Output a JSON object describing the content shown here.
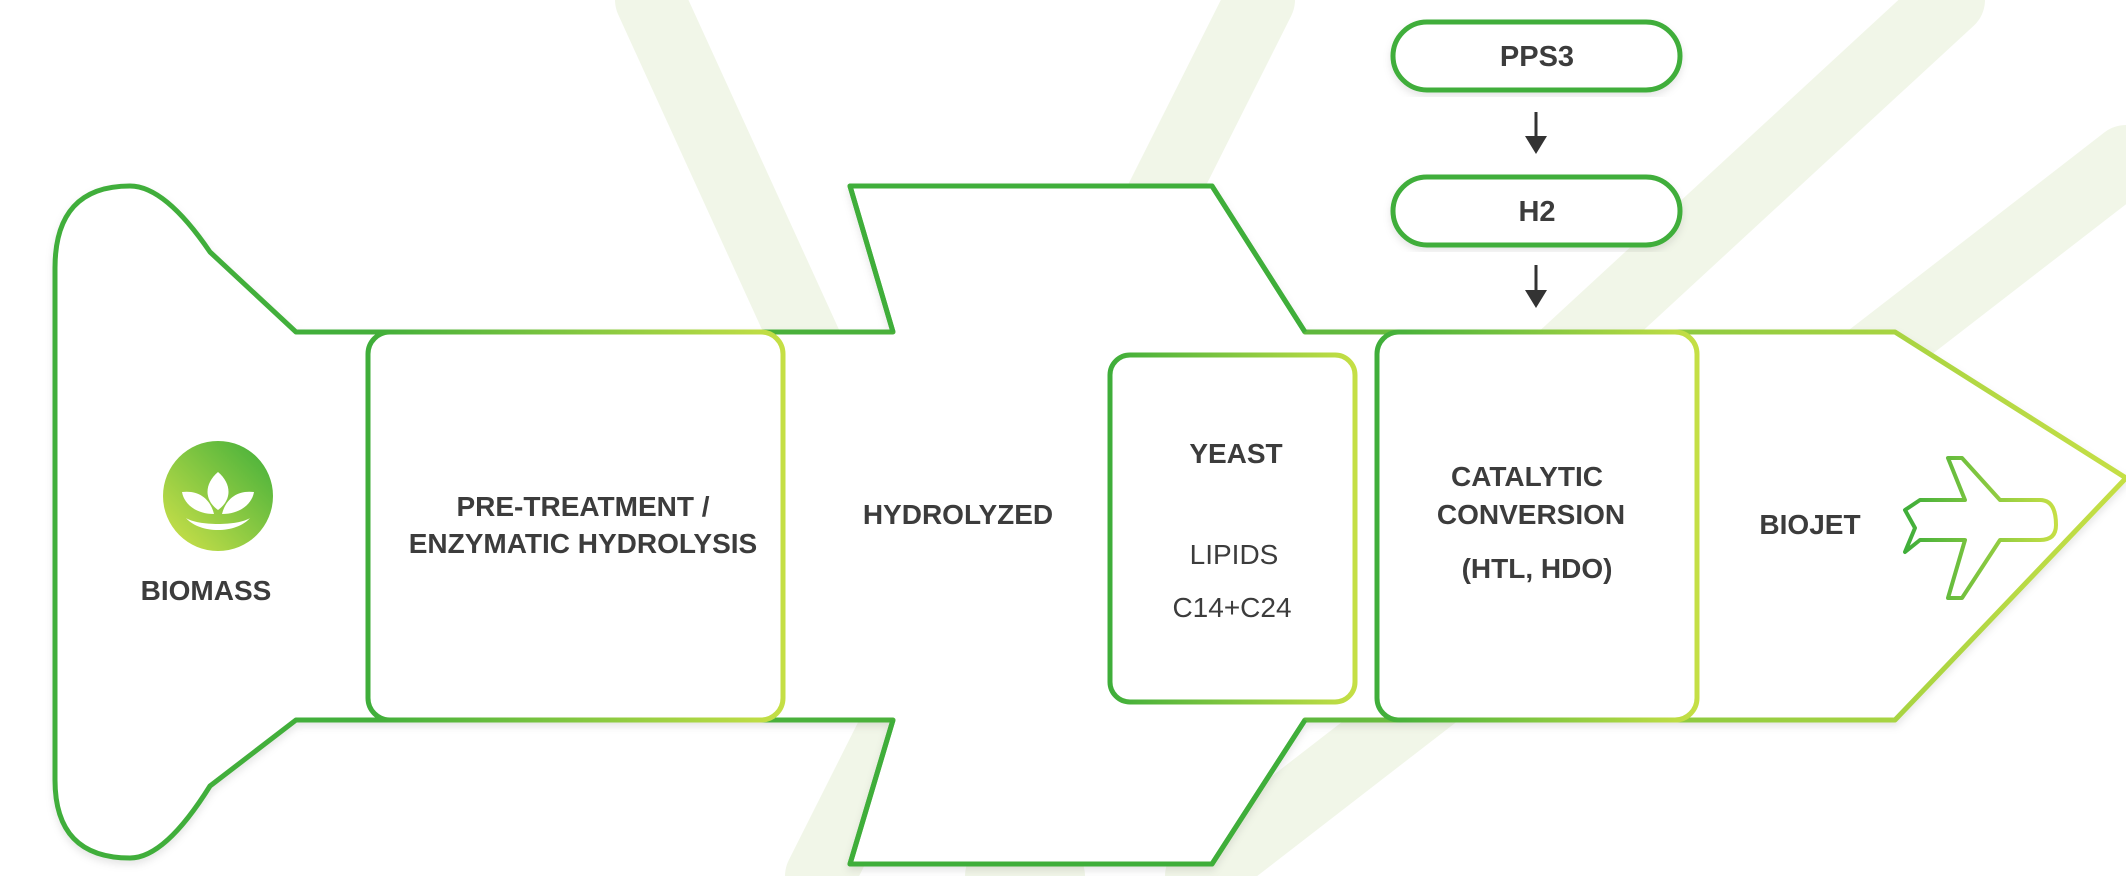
{
  "diagram": {
    "colors": {
      "green_dark": "#3fae3a",
      "green_light": "#c5df45",
      "text": "#3c3c3c",
      "watermark": "#f0f6e6",
      "arrow": "#333333"
    },
    "inputs": {
      "top": "PPS3",
      "bottom": "H2"
    },
    "stages": {
      "biomass": "BIOMASS",
      "pretreatment_line1": "PRE-TREATMENT /",
      "pretreatment_line2": "ENZYMATIC HYDROLYSIS",
      "hydrolyzed": "HYDROLYZED",
      "yeast": "YEAST",
      "lipids": "LIPIDS",
      "lipids_range": "C14+C24",
      "catalytic_line1": "CATALYTIC",
      "catalytic_line2": "CONVERSION",
      "catalytic_line3": "(HTL, HDO)",
      "biojet": "BIOJET"
    },
    "icons": {
      "biomass": "leaf-sprout-icon",
      "biojet": "airplane-icon"
    }
  }
}
